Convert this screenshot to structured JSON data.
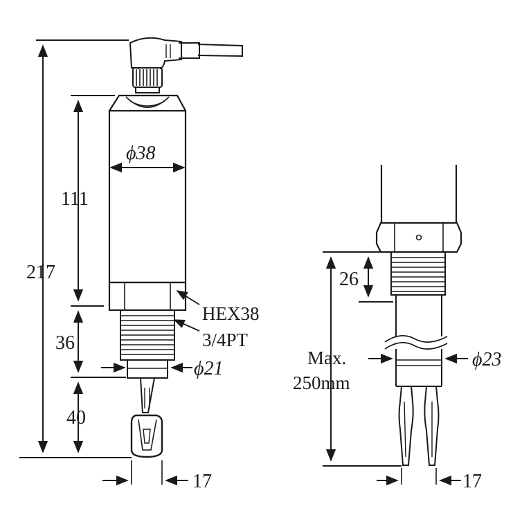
{
  "left_view": {
    "dims": {
      "overall": "217",
      "housing": "111",
      "thread": "36",
      "probe": "40",
      "fork_width": "17"
    },
    "labels": {
      "housing_dia": "ϕ38",
      "hex": "HEX38",
      "thread_spec": "3/4PT",
      "neck_dia": "ϕ21"
    }
  },
  "right_view": {
    "dims": {
      "thread": "26",
      "fork_width": "17"
    },
    "labels": {
      "max_line1": "Max.",
      "max_line2": "250mm",
      "extension_dia": "ϕ23"
    }
  }
}
